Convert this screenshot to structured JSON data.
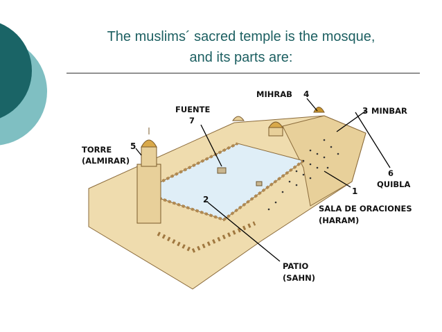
{
  "slide": {
    "title_line1": "The muslims´ sacred temple is the mosque,",
    "title_line2": "and its parts are:"
  },
  "figure": {
    "labels": {
      "mihrab": "MIHRAB",
      "mihrab_num": "4",
      "fuente": "FUENTE",
      "fuente_num": "7",
      "minbar": "MINBAR",
      "minbar_num": "3",
      "torre": "TORRE",
      "almirar": "(ALMIRAR)",
      "torre_num": "5",
      "qibla_num": "6",
      "qibla": "QUIBLA",
      "sala_num": "1",
      "sala": "SALA DE ORACIONES",
      "haram": "(HARAM)",
      "patio_num": "2",
      "patio": "PATIO",
      "sahn": "(SAHN)"
    }
  },
  "colors": {
    "accent_dark": "#1a6466",
    "accent_light": "#7fbfc2",
    "title_text": "#1c5f61",
    "building": "#efdcae",
    "courtyard": "#dfeef7"
  }
}
